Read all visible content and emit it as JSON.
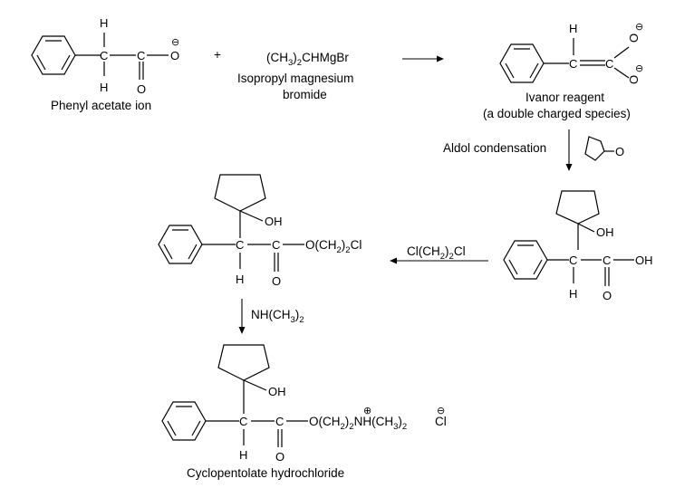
{
  "reactant": {
    "name": "Phenyl acetate ion",
    "atoms": {
      "h": "H",
      "c": "C",
      "o": "O"
    }
  },
  "reagent": {
    "formula_a": "(CH",
    "formula_sub": "3",
    "formula_b": ")",
    "formula_sub2": "2",
    "formula_c": "CHMgBr",
    "name_line1": "Isopropyl magnesium",
    "name_line2": "bromide",
    "plus": "+"
  },
  "ivanov": {
    "name_line1": "Ivanor reagent",
    "name_line2": "(a double charged species)"
  },
  "step1": {
    "label": "Aldol condensation",
    "ketone_o": "O"
  },
  "hydroxy_acid": {
    "oh": "OH",
    "acid": "OH"
  },
  "step2": {
    "reagent_a": "Cl(CH",
    "reagent_sub": "2",
    "reagent_b": ")",
    "reagent_sub2": "2",
    "reagent_c": "Cl"
  },
  "ester": {
    "oh": "OH",
    "chain_a": "O(CH",
    "chain_sub": "2",
    "chain_b": ")",
    "chain_sub2": "2",
    "chain_c": "Cl"
  },
  "step3": {
    "reagent_a": "NH(CH",
    "reagent_sub": "3",
    "reagent_b": ")",
    "reagent_sub2": "2"
  },
  "product": {
    "oh": "OH",
    "chain_a": "O(CH",
    "chain_sub": "2",
    "chain_b": ")",
    "chain_sub2": "2",
    "chain_c": "NH(CH",
    "chain_sub3": "3",
    "chain_d": ")",
    "chain_sub4": "2",
    "counter_ion": "Cl",
    "name": "Cyclopentolate hydrochloride"
  },
  "charges": {
    "minus": "⊖",
    "plus": "⊕"
  }
}
